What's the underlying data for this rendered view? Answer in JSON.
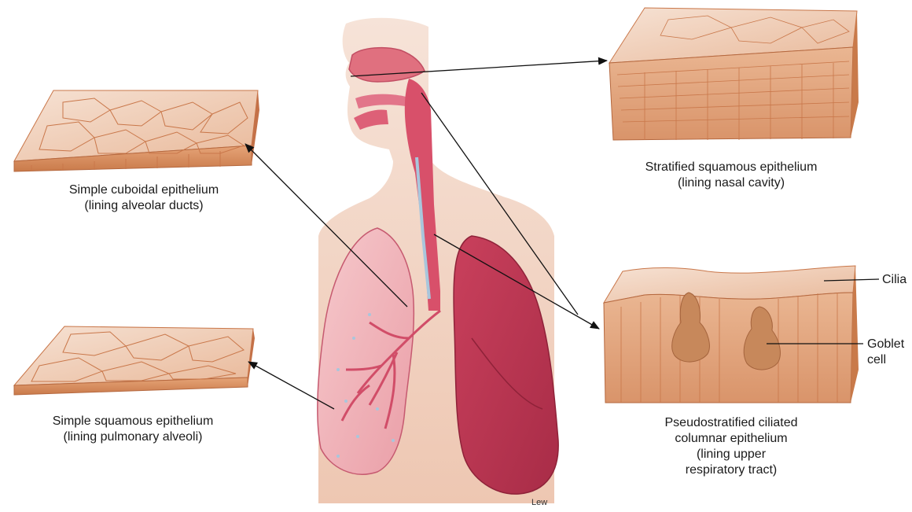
{
  "panels": {
    "cuboidal": {
      "title": "Simple cuboidal epithelium",
      "subtitle": "(lining alveolar ducts)"
    },
    "squamous": {
      "title": "Simple squamous epithelium",
      "subtitle": "(lining pulmonary alveoli)"
    },
    "stratified": {
      "title": "Stratified squamous epithelium",
      "subtitle": "(lining nasal cavity)"
    },
    "pseudostratified": {
      "line1": "Pseudostratified ciliated",
      "line2": "columnar epithelium",
      "line3": "(lining upper",
      "line4": "respiratory tract)"
    }
  },
  "callouts": {
    "cilia": "Cilia",
    "goblet_line1": "Goblet",
    "goblet_line2": "cell"
  },
  "signature": "Lew",
  "colors": {
    "tissue_top": "#f3d7c6",
    "tissue_side": "#d98e5c",
    "tissue_cell_border": "#c9774a",
    "body_skin": "#f1d6c6",
    "lung_left": "#f1b7bd",
    "lung_right": "#c43a55",
    "airway": "#d8506a",
    "airway_inner": "#a9c6dc"
  },
  "icons": {
    "arrow": "arrow-icon"
  }
}
